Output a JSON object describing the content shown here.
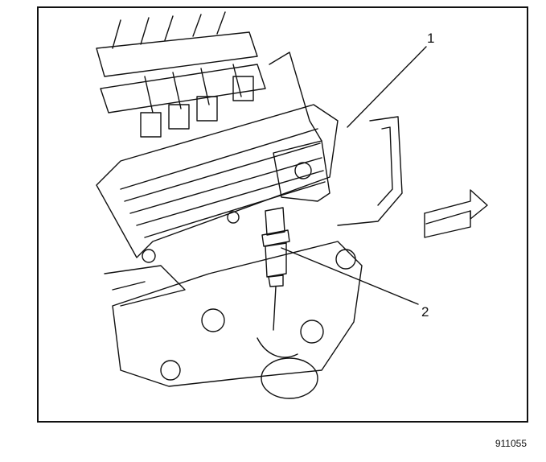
{
  "diagram": {
    "callouts": [
      {
        "id": "1",
        "label": "1"
      },
      {
        "id": "2",
        "label": "2"
      }
    ],
    "figure_number": "911055",
    "colors": {
      "ink": "#111111",
      "background": "#ffffff"
    }
  }
}
